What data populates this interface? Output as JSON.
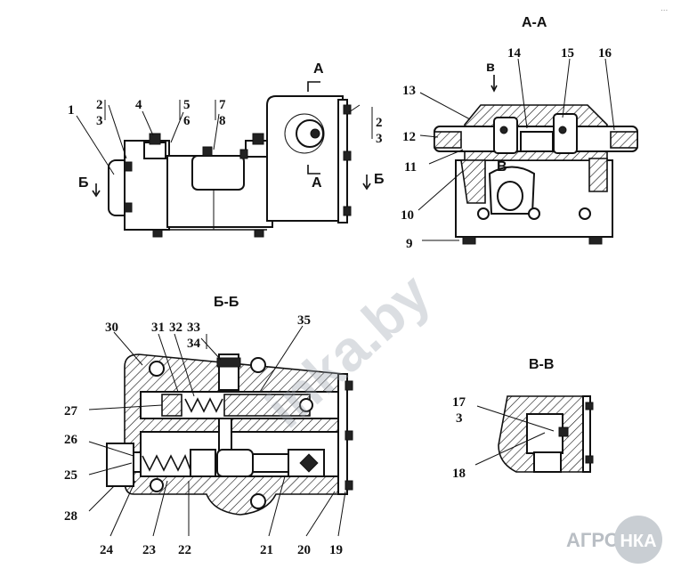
{
  "sections": {
    "aa": "А-А",
    "bb": "Б-Б",
    "vv": "В-В"
  },
  "section_marks": {
    "a_top": "А",
    "a_bottom": "А",
    "b_left": "Б",
    "b_right": "Б",
    "v_left": "в",
    "v_center": "В"
  },
  "labels": {
    "l1": "1",
    "l2a": "2",
    "l3a": "3",
    "l4": "4",
    "l5": "5",
    "l6": "6",
    "l7": "7",
    "l8": "8",
    "l2b": "2",
    "l3b": "3",
    "l9": "9",
    "l10": "10",
    "l11": "11",
    "l12": "12",
    "l13": "13",
    "l14": "14",
    "l15": "15",
    "l16": "16",
    "l17": "17",
    "l3c": "3",
    "l18": "18",
    "l19": "19",
    "l20": "20",
    "l21": "21",
    "l22": "22",
    "l23": "23",
    "l24": "24",
    "l25": "25",
    "l26": "26",
    "l27": "27",
    "l28": "28",
    "l30": "30",
    "l31": "31",
    "l32": "32",
    "l33": "33",
    "l34": "34",
    "l35": "35"
  },
  "watermark": "inka.by",
  "logo": {
    "left": "АГРО",
    "right": "НКА"
  },
  "corner_mark": "..."
}
